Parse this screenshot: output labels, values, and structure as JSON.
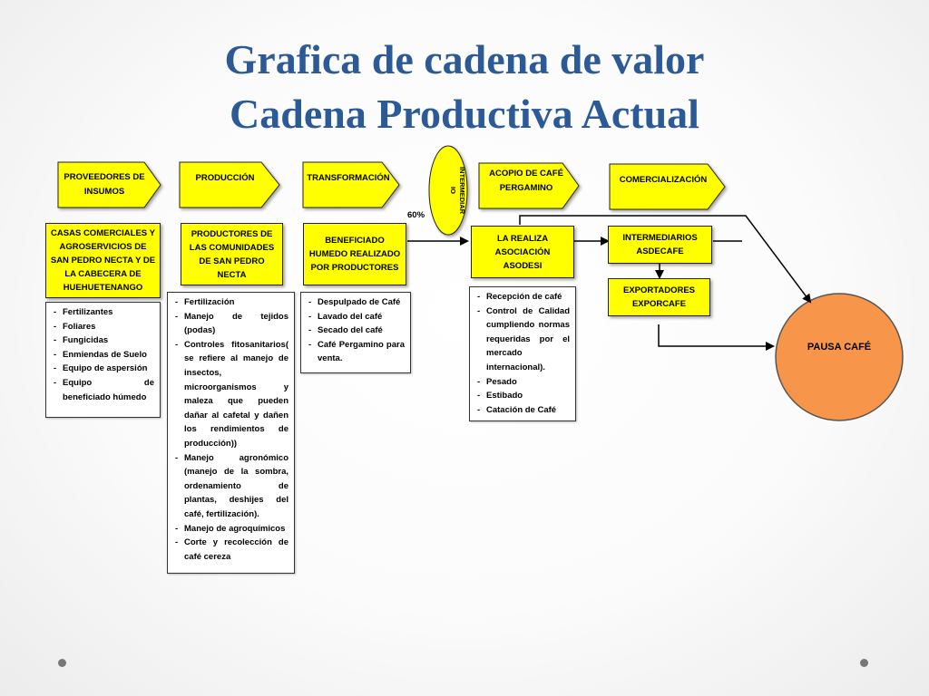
{
  "title_line1": "Grafica de cadena de valor",
  "title_line2": "Cadena Productiva Actual",
  "stages": {
    "proveedores": "PROVEEDORES DE INSUMOS",
    "produccion": "PRODUCCIÓN",
    "transformacion": "TRANSFORMACIÓN",
    "intermediario": "INTERMEDIAR IO",
    "acopio": "ACOPIO DE CAFÉ PERGAMINO",
    "comercializacion": "COMERCIALIZACIÓN"
  },
  "percentage": "60%",
  "actors": {
    "casas": "CASAS COMERCIALES Y AGROSERVICIOS DE SAN PEDRO NECTA Y DE LA CABECERA DE HUEHUETENANGO",
    "productores": "PRODUCTORES DE LAS COMUNIDADES DE SAN PEDRO NECTA",
    "beneficiado": "BENEFICIADO HUMEDO REALIZADO POR PRODUCTORES",
    "asodesi": "LA REALIZA ASOCIACIÓN ASODESI",
    "intermediarios": "INTERMEDIARIOS ASDECAFE",
    "exportadores": "EXPORTADORES EXPORCAFE",
    "pausa": "PAUSA CAFÉ"
  },
  "lists": {
    "insumos": [
      "Fertilizantes",
      "Foliares",
      "Fungicidas",
      "Enmiendas de Suelo",
      "Equipo de aspersión",
      "Equipo de beneficiado húmedo"
    ],
    "produccion": [
      "Fertilización",
      "Manejo de tejidos (podas)",
      "Controles fitosanitarios( se refiere al manejo de insectos, microorganismos y maleza que pueden dañar al cafetal y dañen los rendimientos de producción))",
      "Manejo agronómico (manejo de la sombra, ordenamiento de plantas, deshijes del café, fertilización).",
      "Manejo de agroquímicos",
      "Corte y recolección de café cereza"
    ],
    "transformacion": [
      "Despulpado de Café",
      "Lavado del café",
      "Secado del café",
      "Café Pergamino para venta."
    ],
    "acopio": [
      "Recepción de café",
      "Control de Calidad cumpliendo normas requeridas por el mercado internacional).",
      "Pesado",
      "Estibado",
      "Catación de Café"
    ]
  },
  "colors": {
    "title": "#2b5a97",
    "box": "#ffff00",
    "circle": "#f7964a"
  }
}
